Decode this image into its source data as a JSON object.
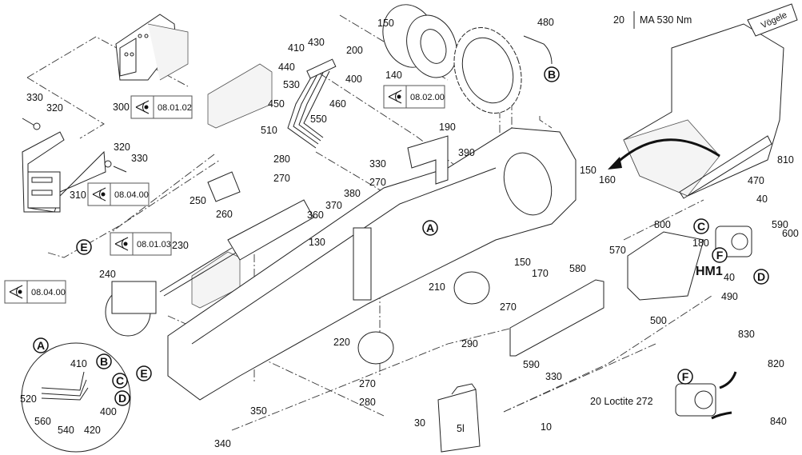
{
  "torque_note": {
    "item": "20",
    "spec": "MA 530 Nm"
  },
  "loctite_note": "20 Loctite 272",
  "assembly_label": "HM1",
  "brand_logo": "Vögele",
  "canister_label": "5l",
  "reference_boxes": [
    "08.01.02",
    "08.04.00",
    "08.02.00",
    "08.01.03",
    "08.04.00"
  ],
  "detail_markers": [
    "A",
    "A",
    "B",
    "B",
    "C",
    "C",
    "D",
    "D",
    "E",
    "E",
    "F",
    "F"
  ],
  "callouts": [
    "330",
    "320",
    "320",
    "330",
    "300",
    "310",
    "150",
    "410",
    "430",
    "200",
    "440",
    "400",
    "530",
    "140",
    "460",
    "450",
    "550",
    "510",
    "480",
    "190",
    "390",
    "150",
    "160",
    "810",
    "470",
    "40",
    "800",
    "590",
    "600",
    "180",
    "40",
    "490",
    "280",
    "270",
    "250",
    "260",
    "380",
    "370",
    "360",
    "330",
    "270",
    "230",
    "130",
    "240",
    "210",
    "150",
    "170",
    "580",
    "570",
    "500",
    "270",
    "290",
    "590",
    "330",
    "220",
    "270",
    "280",
    "350",
    "340",
    "410",
    "520",
    "400",
    "560",
    "540",
    "420",
    "830",
    "820",
    "840",
    "30",
    "10"
  ]
}
